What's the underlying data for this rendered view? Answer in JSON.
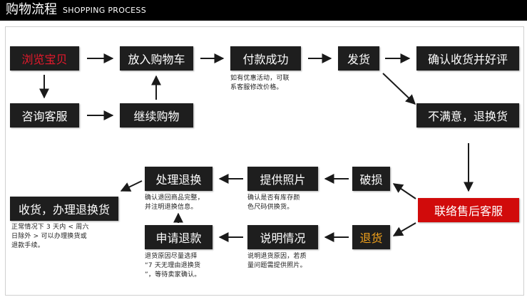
{
  "header": {
    "title": "购物流程",
    "subtitle": "SHOPPING PROCESS"
  },
  "nodes": {
    "browse": "浏览宝贝",
    "cart": "放入购物车",
    "pay": "付款成功",
    "ship": "发货",
    "confirm": "确认收货并好评",
    "consult": "咨询客服",
    "continue": "继续购物",
    "unsatisfied": "不满意，退换货",
    "contact_after_sales": "联络售后客服",
    "damaged": "破损",
    "return": "退货",
    "provide_photos": "提供照片",
    "explain": "说明情况",
    "handle_return": "处理退换",
    "apply_return": "申请退款",
    "receive_return": "收货，办理退换货"
  },
  "notes": {
    "pay": "如有优惠活动，可联\n系客服修改价格。",
    "provide_photos": "确认是否有库存颜\n色尺码供换货。",
    "handle_return": "确认退回商品完整，\n并注明退换信息。",
    "explain": "说明退货原因，若质\n量问题需提供照片。",
    "apply_return": "退货原因尽量选择\n“7 天无理由退换货\n”，等待卖家确认。",
    "receive_return": "正常情况下 3 天内 < 周六\n日除外 > 可以办理换货或\n退款手续。"
  },
  "colors": {
    "box_bg": "#1e1e1e",
    "text": "#ffffff",
    "highlight_red": "#e8192c",
    "highlight_orange": "#f3a21b",
    "after_sales_bg": "#d10b0b"
  }
}
